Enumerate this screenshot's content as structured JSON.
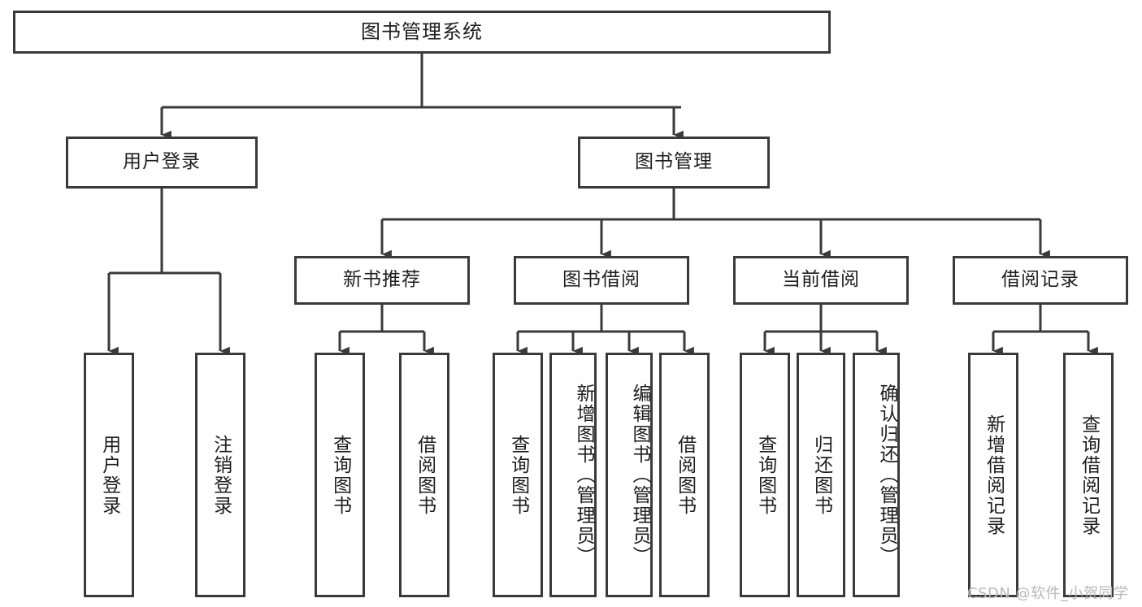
{
  "diagram": {
    "type": "tree-hierarchy",
    "title": "图书管理系统",
    "root": {
      "label": "图书管理系统"
    },
    "level2": [
      {
        "id": "user-login",
        "label": "用户登录"
      },
      {
        "id": "book-manage",
        "label": "图书管理"
      }
    ],
    "level3": [
      {
        "id": "new-book-recommend",
        "label": "新书推荐",
        "parent": "book-manage"
      },
      {
        "id": "book-borrow",
        "label": "图书借阅",
        "parent": "book-manage"
      },
      {
        "id": "current-borrow",
        "label": "当前借阅",
        "parent": "book-manage"
      },
      {
        "id": "borrow-record",
        "label": "借阅记录",
        "parent": "book-manage"
      }
    ],
    "leaves": [
      {
        "id": "leaf-user-login",
        "label": "用户登录",
        "parent": "user-login"
      },
      {
        "id": "leaf-logout-login",
        "label": "注销登录",
        "parent": "user-login"
      },
      {
        "id": "leaf-query-book-1",
        "label": "查询图书",
        "parent": "new-book-recommend"
      },
      {
        "id": "leaf-borrow-book-1",
        "label": "借阅图书",
        "parent": "new-book-recommend"
      },
      {
        "id": "leaf-query-book-2",
        "label": "查询图书",
        "parent": "book-borrow"
      },
      {
        "id": "leaf-add-book-admin",
        "label": "新增图书（管理员）",
        "parent": "book-borrow"
      },
      {
        "id": "leaf-edit-book-admin",
        "label": "编辑图书（管理员）",
        "parent": "book-borrow"
      },
      {
        "id": "leaf-borrow-book-2",
        "label": "借阅图书",
        "parent": "book-borrow"
      },
      {
        "id": "leaf-query-book-3",
        "label": "查询图书",
        "parent": "current-borrow"
      },
      {
        "id": "leaf-return-book",
        "label": "归还图书",
        "parent": "current-borrow"
      },
      {
        "id": "leaf-confirm-return-admin",
        "label": "确认归还（管理员）",
        "parent": "current-borrow"
      },
      {
        "id": "leaf-add-borrow-record",
        "label": "新增借阅记录",
        "parent": "borrow-record"
      },
      {
        "id": "leaf-query-borrow-record",
        "label": "查询借阅记录",
        "parent": "borrow-record"
      }
    ],
    "colors": {
      "border": "#3a3a3a",
      "background": "#ffffff",
      "text": "#1e1e1e",
      "watermark": "#b9b9b9"
    }
  },
  "watermark": {
    "text": "CSDN @软件_小贺同学"
  }
}
